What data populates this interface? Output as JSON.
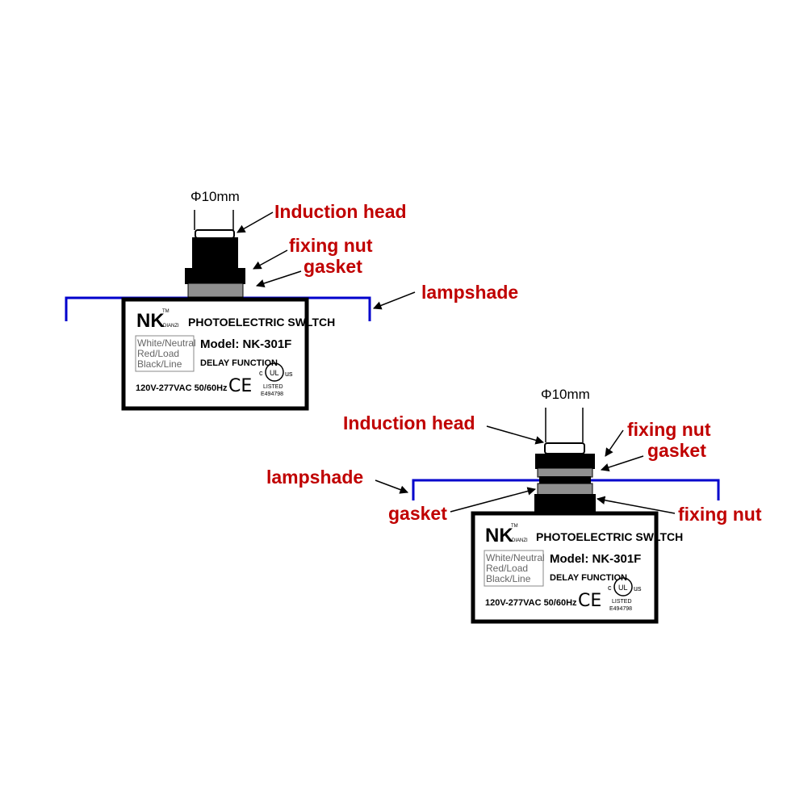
{
  "colors": {
    "callout_text": "#c00000",
    "lampshade": "#0000cc",
    "nut": "#000000",
    "gasket": "#808080"
  },
  "diagram_1": {
    "dimension": "Φ10mm",
    "labels": {
      "induction_head": "Induction head",
      "fixing_nut": "fixing nut",
      "gasket": "gasket",
      "lampshade": "lampshade"
    },
    "device": {
      "brand": "NK",
      "trademark": "TM",
      "brand_sub": "DIANZI",
      "title": "PHOTOELECTRIC SWLTCH",
      "model": "Model:  NK-301F",
      "function": "DELAY FUNCTION",
      "wires": [
        "White/Neutral",
        "Red/Load",
        "Black/Line"
      ],
      "voltage": "120V-277VAC 50/60Hz",
      "ce_mark": "CE",
      "ul_c": "c",
      "ul_mark": "UL",
      "ul_us": "us",
      "listed": "LISTED",
      "file_no": "E494798"
    }
  },
  "diagram_2": {
    "dimension": "Φ10mm",
    "labels": {
      "induction_head": "Induction head",
      "fixing_nut_top": "fixing nut",
      "gasket_top": "gasket",
      "lampshade": "lampshade",
      "gasket_bottom": "gasket",
      "fixing_nut_bottom": "fixing nut"
    },
    "device": {
      "brand": "NK",
      "trademark": "TM",
      "brand_sub": "DIANZI",
      "title": "PHOTOELECTRIC SWLTCH",
      "model": "Model:  NK-301F",
      "function": "DELAY FUNCTION",
      "wires": [
        "White/Neutral",
        "Red/Load",
        "Black/Line"
      ],
      "voltage": "120V-277VAC 50/60Hz",
      "ce_mark": "CE",
      "ul_c": "c",
      "ul_mark": "UL",
      "ul_us": "us",
      "listed": "LISTED",
      "file_no": "E494798"
    }
  }
}
